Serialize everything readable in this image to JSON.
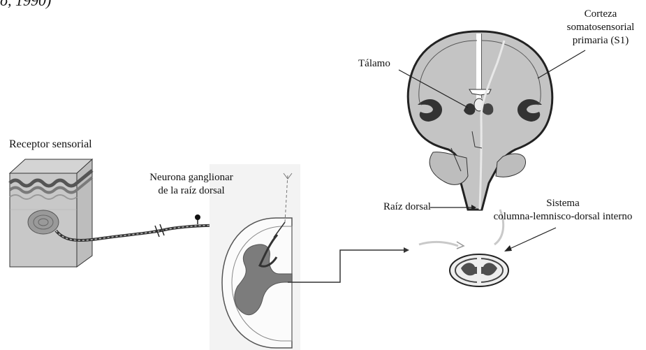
{
  "top_fragment": "o, 1990)",
  "labels": {
    "receptor": "Receptor sensorial",
    "ganglion_line1": "Neurona ganglionar",
    "ganglion_line2": "de la raíz dorsal",
    "thalamus": "Tálamo",
    "cortex_line1": "Corteza",
    "cortex_line2": "somatosensorial",
    "cortex_line3": "primaria (S1)",
    "dorsal_root": "Raíz dorsal",
    "system_line1": "Sistema",
    "system_line2": "columna-lemnisco-dorsal interno"
  },
  "colors": {
    "tissue_gray": "#a9a9a9",
    "dark_gray": "#6d6d6d",
    "outline": "#222222",
    "pathway": "#c9c9c9"
  }
}
